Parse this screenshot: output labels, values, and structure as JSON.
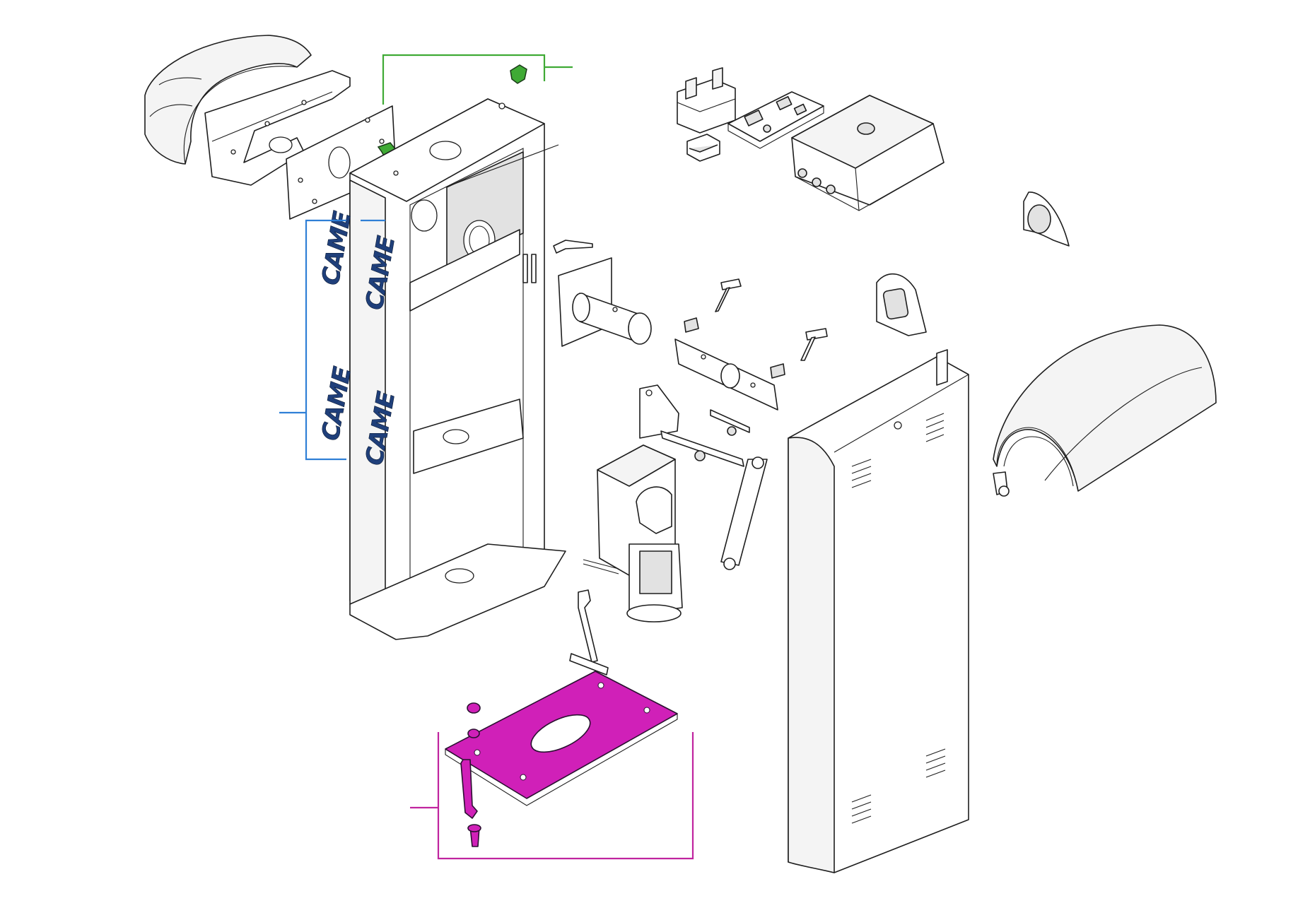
{
  "diagram": {
    "brand_logo_text": "CAME",
    "callout_colors": {
      "green": "#3faa35",
      "blue": "#2f7fd6",
      "magenta": "#c0249f"
    },
    "highlighted_fill": "#d020b8",
    "parts": [
      "top-cover",
      "cover-bracket",
      "mounting-plate",
      "cabinet-frame",
      "green-clip",
      "came-logo-stickers",
      "transformer",
      "control-board",
      "fuse-module",
      "control-box",
      "lamp-holder",
      "motor-flange-shaft",
      "pivot-rod",
      "bolts",
      "adjustment-bar",
      "spring-bracket",
      "lever-arm",
      "gearmotor",
      "release-rod",
      "foundation-plate",
      "front-panel",
      "side-indicator",
      "round-cap"
    ]
  }
}
